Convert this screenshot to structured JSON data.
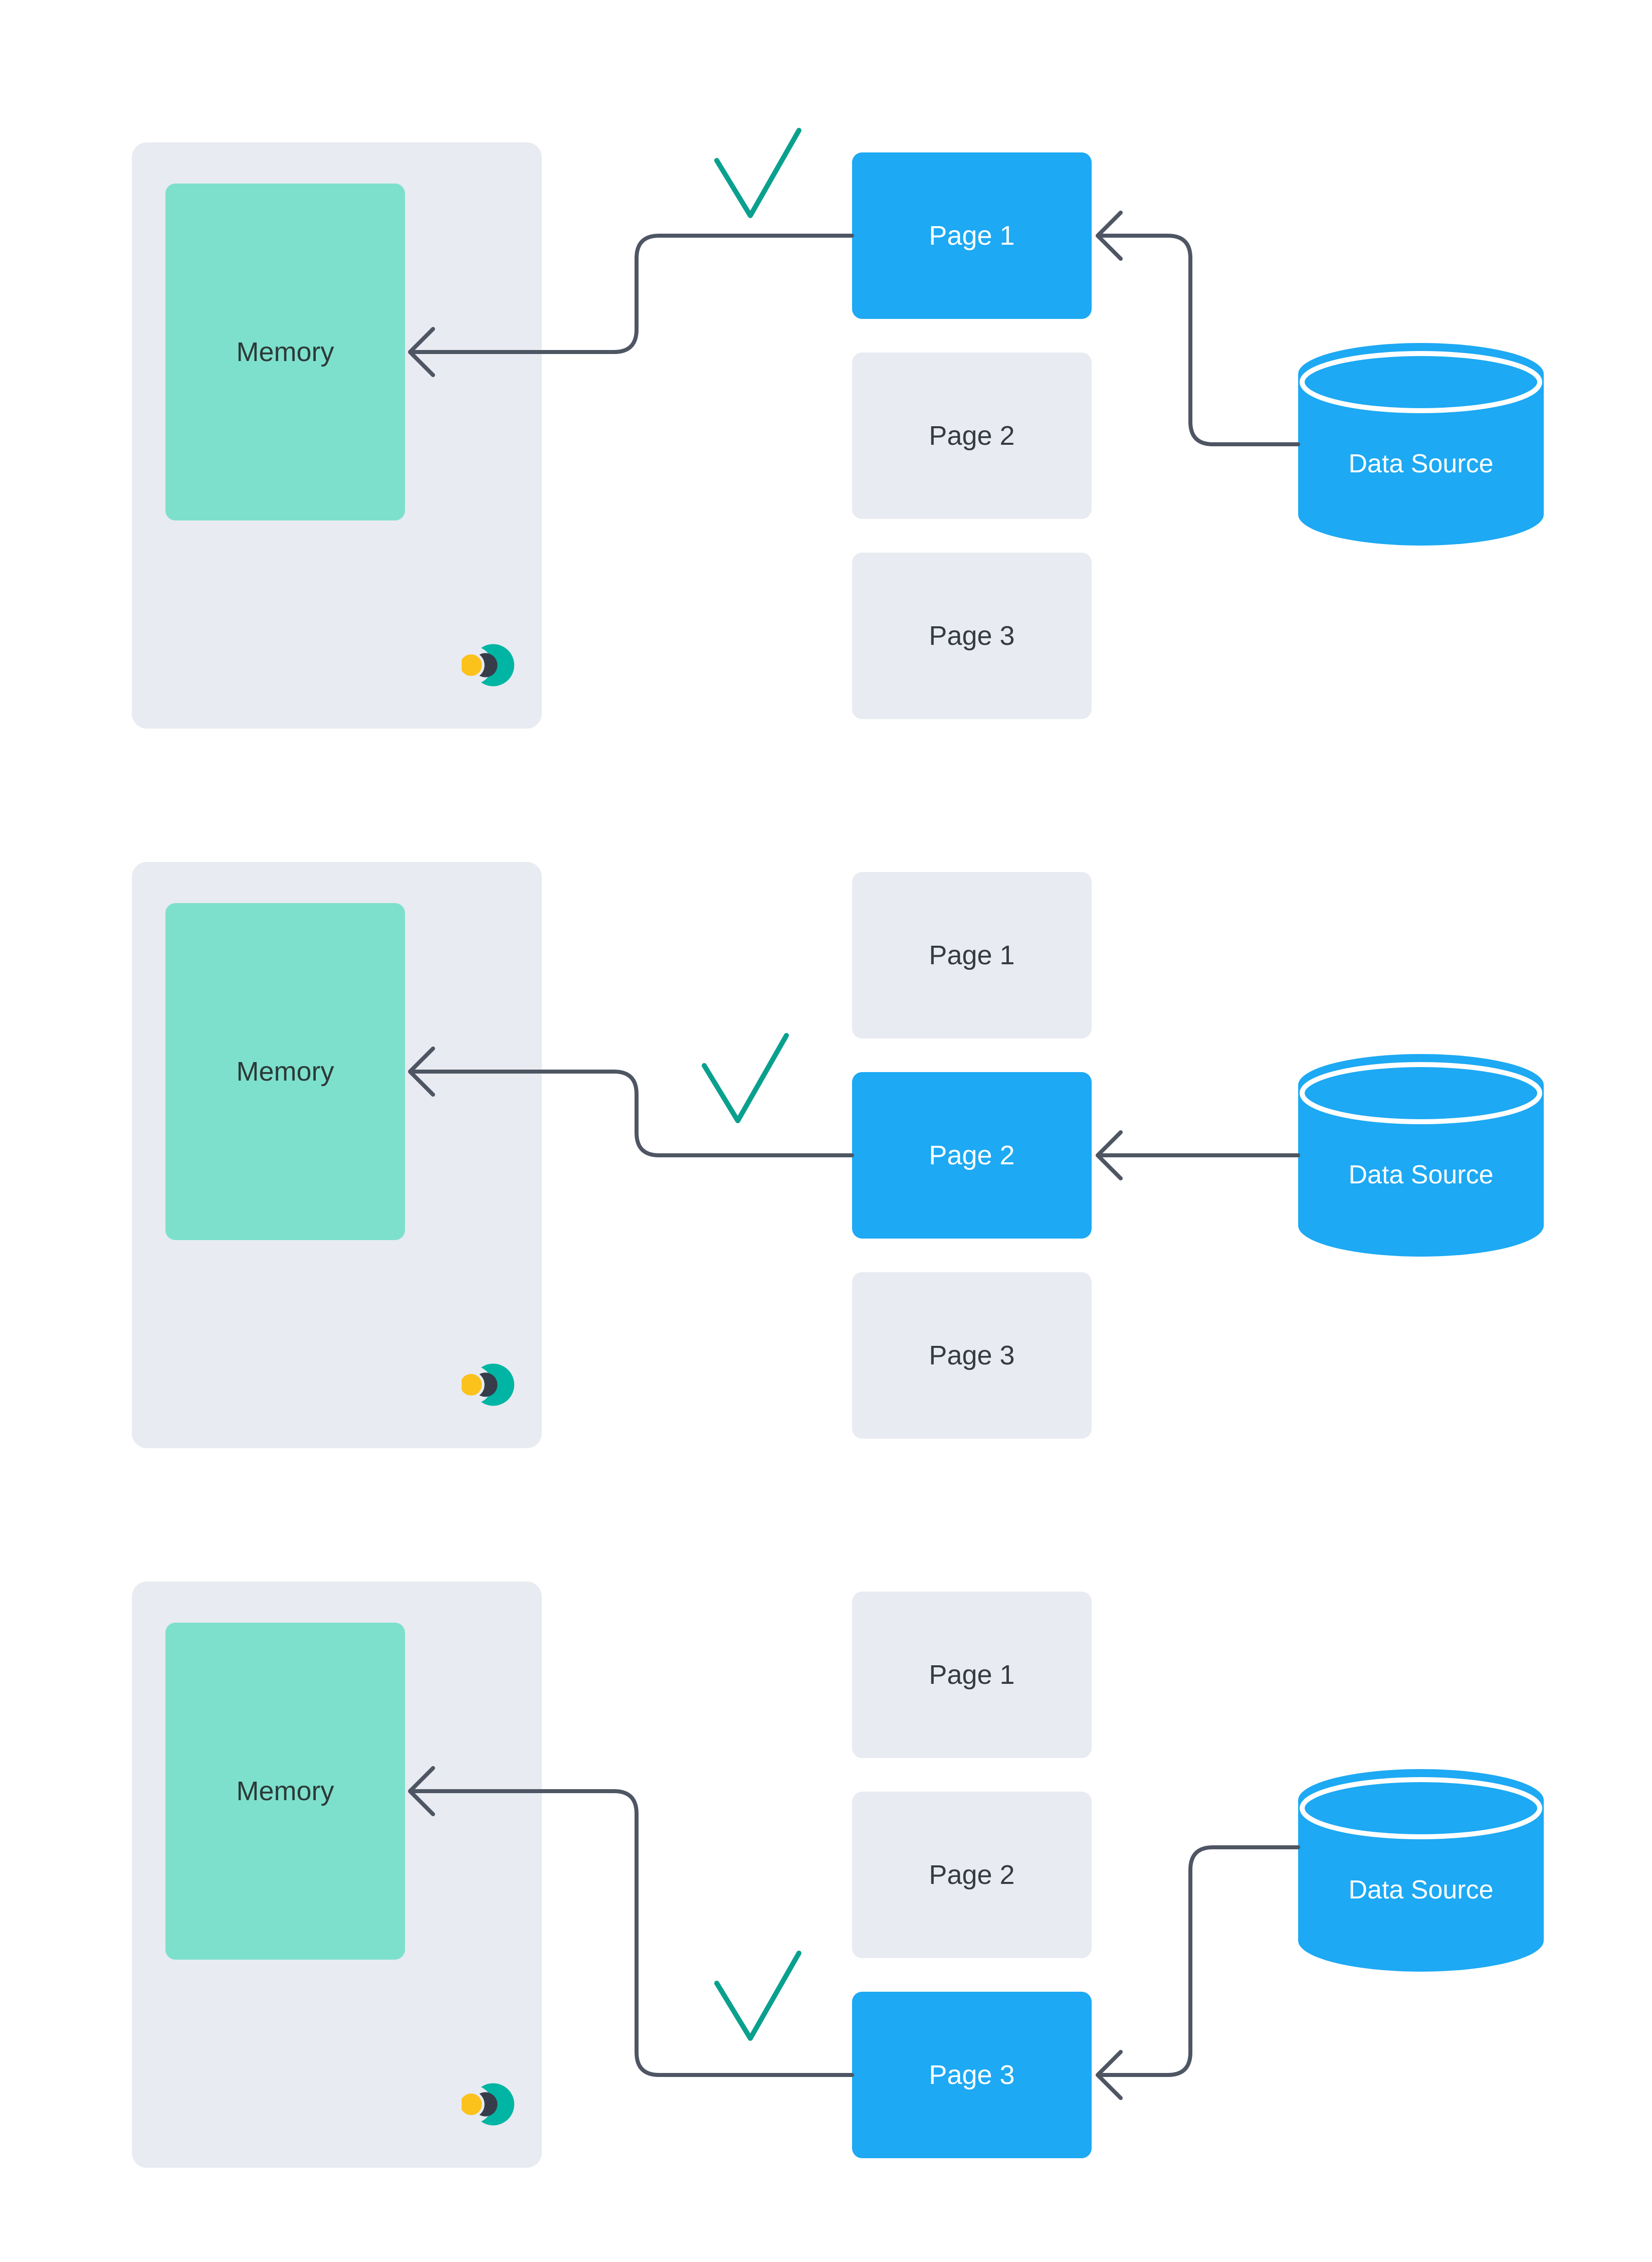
{
  "diagram": {
    "description": "Three-step paging diagram: pages loaded from a Data Source into Memory",
    "colors": {
      "background": "#ffffff",
      "panel_bg": "#e8ebf1",
      "page_bg": "#e8ebf1",
      "active_page_bg": "#1da9f3",
      "memory_bg": "#7de0cc",
      "cylinder_bg": "#1da9f3",
      "arrow": "#4e5563",
      "checkmark": "#0aa08e",
      "dark_text": "#363b40",
      "memory_text": "#2c3a38",
      "light_text": "#ffffff",
      "logo_teal": "#00b5a3",
      "logo_yellow": "#fcc21c",
      "logo_dark": "#363c49"
    },
    "sections": [
      {
        "memory_label": "Memory",
        "data_source_label": "Data Source",
        "active_page_index": 0,
        "pages": [
          {
            "label": "Page 1",
            "active": true
          },
          {
            "label": "Page 2",
            "active": false
          },
          {
            "label": "Page 3",
            "active": false
          }
        ]
      },
      {
        "memory_label": "Memory",
        "data_source_label": "Data Source",
        "active_page_index": 1,
        "pages": [
          {
            "label": "Page 1",
            "active": false
          },
          {
            "label": "Page 2",
            "active": true
          },
          {
            "label": "Page 3",
            "active": false
          }
        ]
      },
      {
        "memory_label": "Memory",
        "data_source_label": "Data Source",
        "active_page_index": 2,
        "pages": [
          {
            "label": "Page 1",
            "active": false
          },
          {
            "label": "Page 2",
            "active": false
          },
          {
            "label": "Page 3",
            "active": true
          }
        ]
      }
    ]
  }
}
